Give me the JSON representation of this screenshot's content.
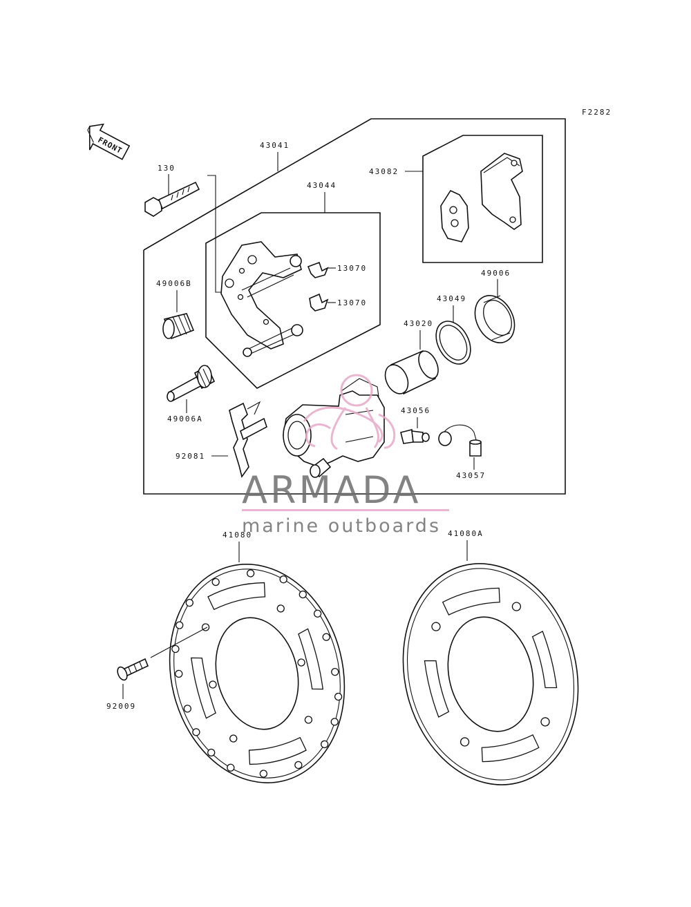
{
  "figure_code": "F2282",
  "direction_label": "FRONT",
  "parts": {
    "p130": "130",
    "p43041": "43041",
    "p43044": "43044",
    "p43082": "43082",
    "p13070a": "13070",
    "p13070b": "13070",
    "p49006B": "49006B",
    "p49006": "49006",
    "p43049": "43049",
    "p43020": "43020",
    "p49006A": "49006A",
    "p43056": "43056",
    "p92081": "92081",
    "p43057": "43057",
    "p41080": "41080",
    "p41080A": "41080A",
    "p92009": "92009"
  },
  "watermark": {
    "brand": "ARMADA",
    "tagline": "marine outboards",
    "accent_color": "#e8a8c8",
    "text_color": "#6e6e6e"
  }
}
